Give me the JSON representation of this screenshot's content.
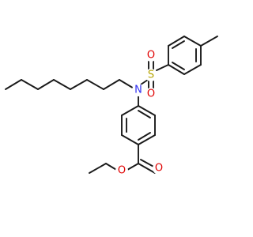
{
  "molecule": {
    "atoms": {
      "N": {
        "symbol": "N",
        "color": "#2f2ff0"
      },
      "S": {
        "symbol": "S",
        "color": "#b5a300"
      },
      "O1": {
        "symbol": "O",
        "color": "#e00000"
      },
      "O2": {
        "symbol": "O",
        "color": "#e00000"
      },
      "O3": {
        "symbol": "O",
        "color": "#e00000"
      },
      "O4": {
        "symbol": "O",
        "color": "#e00000"
      }
    }
  }
}
